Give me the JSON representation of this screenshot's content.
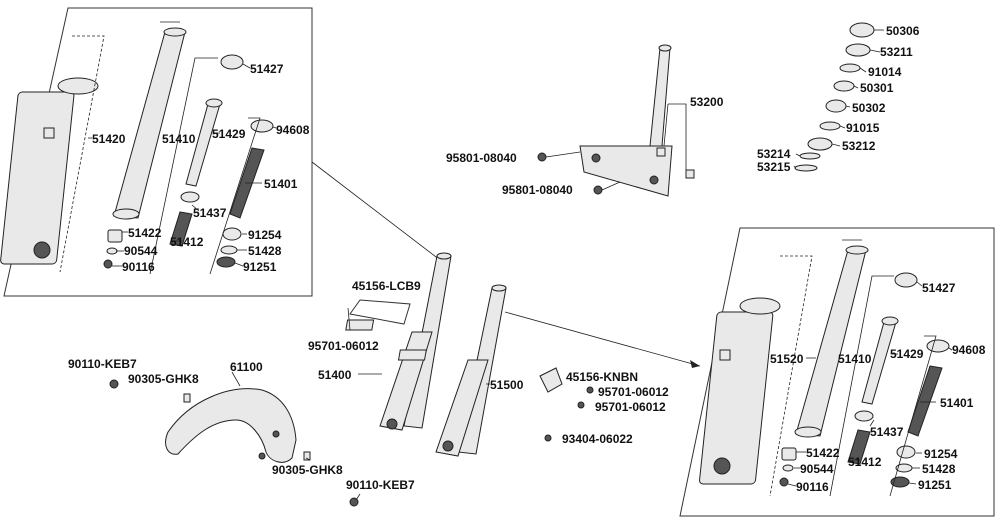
{
  "labels": {
    "p51420": "51420",
    "p51410_left": "51410",
    "p51427_left": "51427",
    "p51429_left": "51429",
    "p94608_left": "94608",
    "p51401_left": "51401",
    "p51437_left": "51437",
    "p51422_left": "51422",
    "p90544_left": "90544",
    "p51412_left": "51412",
    "p90116_left": "90116",
    "p91254_left": "91254",
    "p51428_left": "51428",
    "p91251_left": "91251",
    "p53200": "53200",
    "p95801_08040_a": "95801-08040",
    "p95801_08040_b": "95801-08040",
    "p50306": "50306",
    "p53211": "53211",
    "p91014": "91014",
    "p50301": "50301",
    "p50302": "50302",
    "p91015": "91015",
    "p53214": "53214",
    "p53215": "53215",
    "p53212": "53212",
    "p45156_lcb9": "45156-LCB9",
    "p95701_06012_a": "95701-06012",
    "p51400": "51400",
    "p51500": "51500",
    "p45156_knbn": "45156-KNBN",
    "p95701_06012_b": "95701-06012",
    "p95701_06012_c": "95701-06012",
    "p93404_06022": "93404-06022",
    "p90110_keb7_a": "90110-KEB7",
    "p90305_ghk8_a": "90305-GHK8",
    "p61100": "61100",
    "p90305_ghk8_b": "90305-GHK8",
    "p90110_keb7_b": "90110-KEB7",
    "p51520": "51520",
    "p51410_right": "51410",
    "p51427_right": "51427",
    "p51429_right": "51429",
    "p94608_right": "94608",
    "p51401_right": "51401",
    "p51437_right": "51437",
    "p51422_right": "51422",
    "p90544_right": "90544",
    "p51412_right": "51412",
    "p90116_right": "90116",
    "p91254_right": "91254",
    "p51428_right": "51428",
    "p91251_right": "91251"
  }
}
